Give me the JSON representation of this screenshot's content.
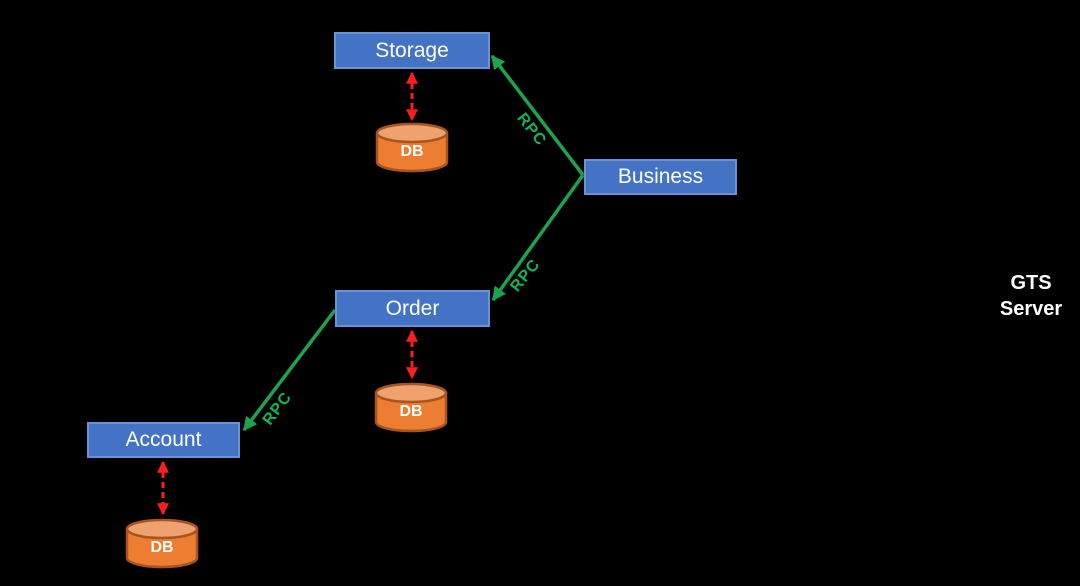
{
  "diagram_type": "microservice-architecture",
  "background_color": "#000000",
  "colors": {
    "service_fill": "#4472C4",
    "service_border": "#6C92D6",
    "service_text": "#FFFFFF",
    "db_body_fill": "#ED7D31",
    "db_top_fill": "#F0A26E",
    "db_border": "#A8541F",
    "db_text": "#FFFFFF",
    "rpc_line": "#1CA34F",
    "rpc_text": "#12B556",
    "db_link_line": "#FF1D1D",
    "annotation_text": "#FFFFFF"
  },
  "services": [
    {
      "id": "storage",
      "label": "Storage"
    },
    {
      "id": "business",
      "label": "Business"
    },
    {
      "id": "order",
      "label": "Order"
    },
    {
      "id": "account",
      "label": "Account"
    }
  ],
  "databases": [
    {
      "owner": "storage",
      "label": "DB"
    },
    {
      "owner": "order",
      "label": "DB"
    },
    {
      "owner": "account",
      "label": "DB"
    }
  ],
  "connections": [
    {
      "from": "business",
      "to": "storage",
      "label": "RPC",
      "style": "solid-green-arrow"
    },
    {
      "from": "business",
      "to": "order",
      "label": "RPC",
      "style": "solid-green-arrow"
    },
    {
      "from": "order",
      "to": "account",
      "label": "RPC",
      "style": "solid-green-arrow"
    }
  ],
  "db_links": [
    {
      "between": [
        "storage",
        "db"
      ],
      "style": "red-dashed-double-arrow"
    },
    {
      "between": [
        "order",
        "db"
      ],
      "style": "red-dashed-double-arrow"
    },
    {
      "between": [
        "account",
        "db"
      ],
      "style": "red-dashed-double-arrow"
    }
  ],
  "annotations": {
    "gts_server": {
      "line1": "GTS",
      "line2": "Server"
    }
  }
}
